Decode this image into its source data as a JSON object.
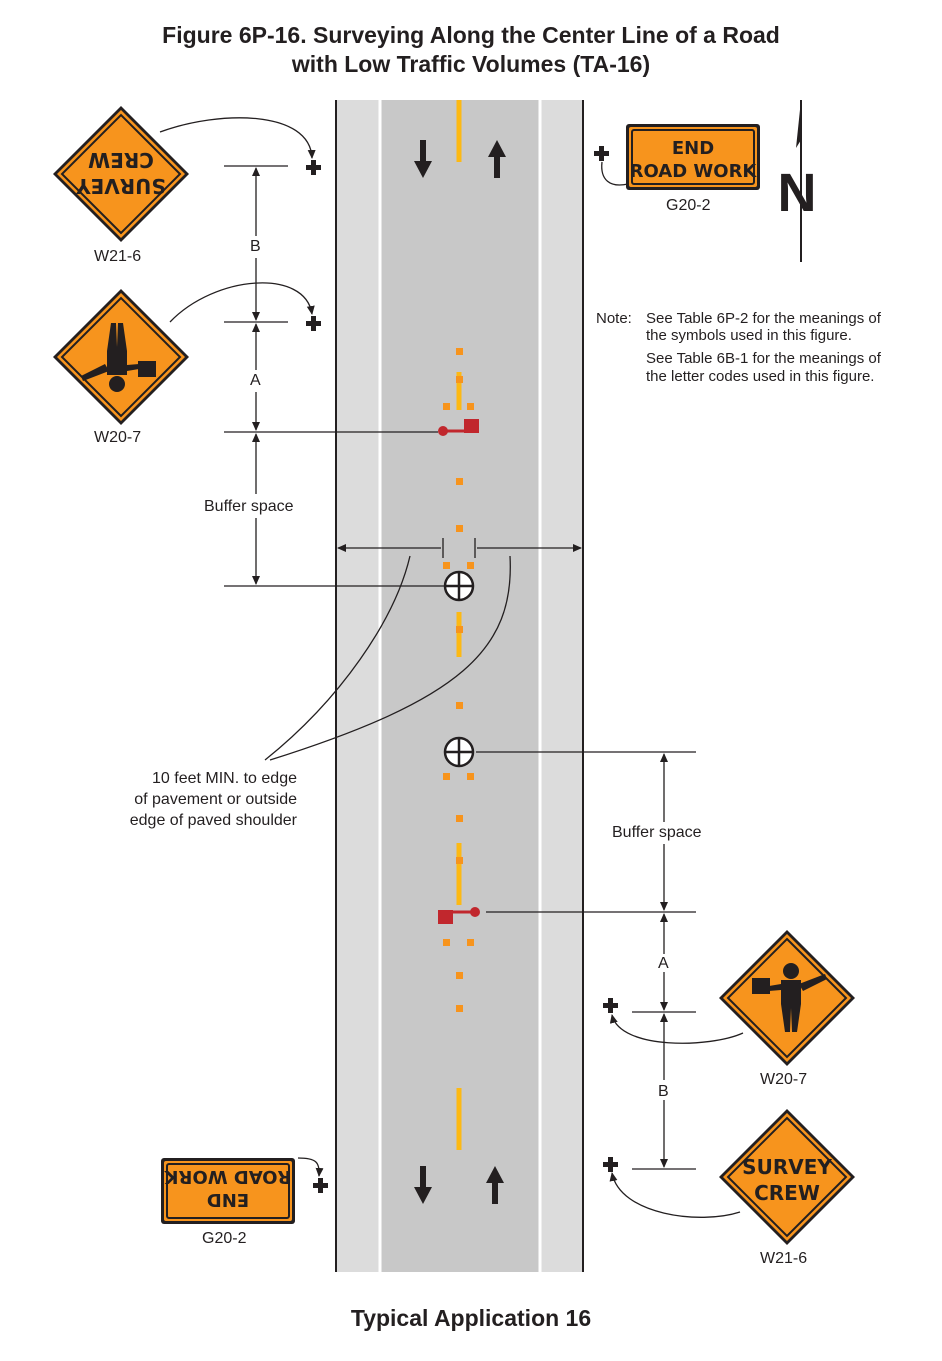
{
  "figure": {
    "title_line1": "Figure 6P-16.  Surveying Along the Center Line of a Road",
    "title_line2": "with Low Traffic Volumes (TA-16)",
    "footer": "Typical Application 16"
  },
  "note": {
    "prefix": "Note:",
    "line1": "See Table 6P-2 for the meanings of",
    "line2": "the symbols used in this figure.",
    "line3": "See Table 6B-1 for the meanings of",
    "line4": "the letter codes used in this figure."
  },
  "signs": {
    "survey_crew": {
      "line1": "SURVEY",
      "line2": "CREW",
      "code": "W21-6"
    },
    "flagger": {
      "code": "W20-7"
    },
    "end_road_work": {
      "line1": "END",
      "line2": "ROAD WORK",
      "code": "G20-2"
    }
  },
  "labels": {
    "b": "B",
    "a": "A",
    "buffer": "Buffer space",
    "clearance_line1": "10 feet MIN. to edge",
    "clearance_line2": "of pavement or outside",
    "clearance_line3": "edge of paved shoulder",
    "north": "N"
  },
  "colors": {
    "sign_orange": "#f7941d",
    "road_gray": "#c8c8c8",
    "shoulder_gray": "#dcdcdc",
    "centerline_yellow": "#fdb913",
    "cone_orange": "#f7941d",
    "flagger_red": "#c1272d",
    "ink": "#231f20"
  }
}
